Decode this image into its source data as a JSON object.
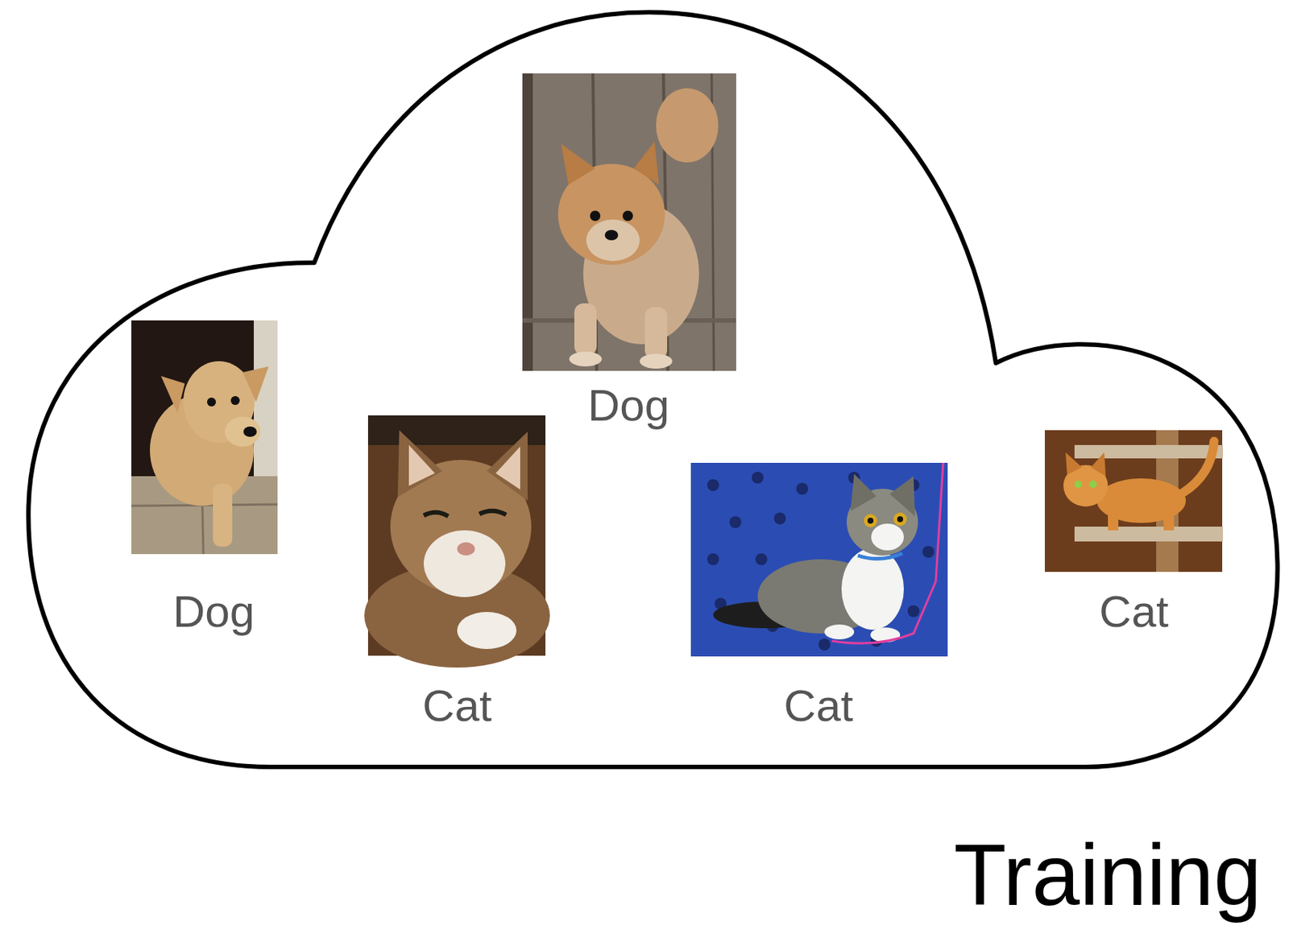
{
  "diagram": {
    "nodes": [
      {
        "text": [
          "Training"
        ]
      }
    ],
    "labels": [
      "Dog",
      "Dog",
      "Cat",
      "Cat",
      "Cat"
    ]
  }
}
